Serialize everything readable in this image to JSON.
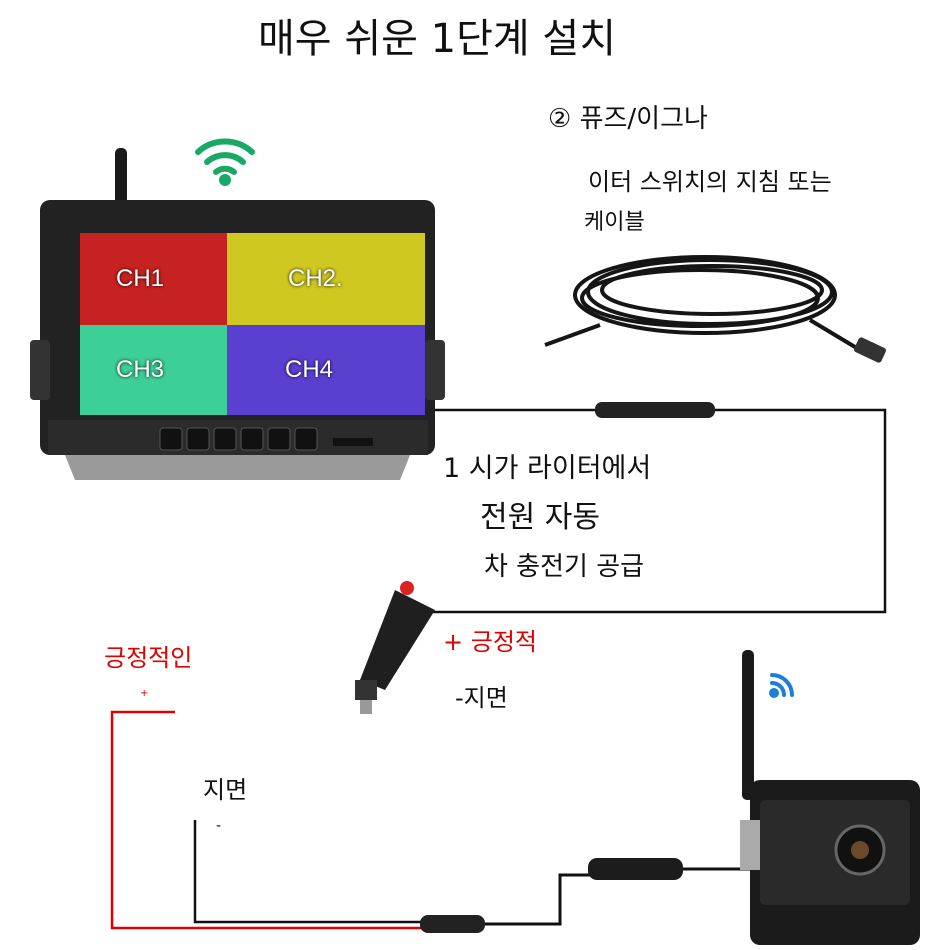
{
  "title": "매우 쉬운 1단계 설치",
  "fuse_note": {
    "line1": "② 퓨즈/이그나",
    "line2": "이터 스위치의 지침 또는",
    "line3": "케이블"
  },
  "lighter_note": {
    "line1": "1 시가 라이터에서",
    "line2": "전원 자동",
    "line3": "차 충전기 공급"
  },
  "plug_labels": {
    "positive": "+ 긍정적",
    "ground": "-지면"
  },
  "wire_labels": {
    "positive": "긍정적인",
    "positive_sign": "+",
    "ground": "지면",
    "ground_sign": "-"
  },
  "monitor": {
    "channels": [
      "CH1",
      "CH2.",
      "CH3",
      "CH4"
    ]
  },
  "colors": {
    "positive_wire": "#e00000",
    "wifi_monitor": "#1aa866",
    "wifi_camera": "#1a7fd6",
    "ch1": "#c62222",
    "ch2": "#d4cc22",
    "ch3": "#3ccf97",
    "ch4": "#5a3fd0"
  }
}
